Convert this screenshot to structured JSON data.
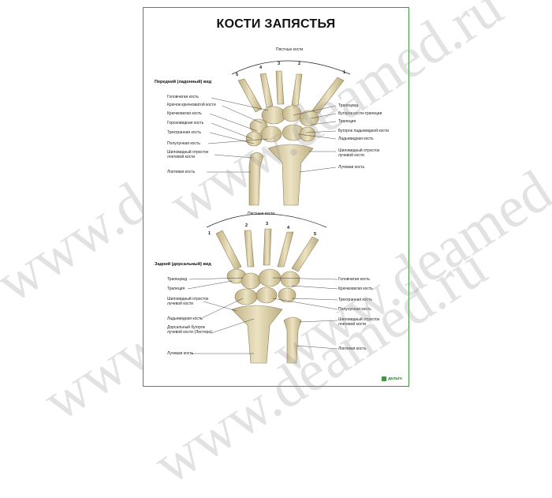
{
  "poster": {
    "title": "КОСТИ ЗАПЯСТЬЯ",
    "logo_text": "ДЕЛЬТА"
  },
  "top_view": {
    "view_label": "Передний (ладонный) вид",
    "metacarpals_caption": "Пястные кости",
    "numbers": [
      "5",
      "4",
      "3",
      "2",
      "1"
    ],
    "left_labels": [
      "Головчатая кость",
      "Крючок крючковатой кости",
      "Крючковатая кость",
      "Гороховидная кость",
      "Трехгранная кость",
      "Полулунная кость",
      "Шиловидный отросток локтевой кости",
      "Локтевая кость"
    ],
    "right_labels": [
      "Трапецоид",
      "Бугорок кости-трапеции",
      "Трапеция",
      "Бугорок ладьевидной кости",
      "Ладьевидная кость",
      "Шиловидный отросток лучевой кости",
      "Лучевая кость"
    ]
  },
  "bottom_view": {
    "view_label": "Задний (дорсальный) вид",
    "metacarpals_caption": "Пястные кости",
    "numbers": [
      "1",
      "2",
      "3",
      "4",
      "5"
    ],
    "left_labels": [
      "Трапецоид",
      "Трапеция",
      "Шиловидный отросток лучевой кости",
      "Ладьевидная кость",
      "Дорсальный бугорок лучевой кости (Листера)",
      "Лучевая кость"
    ],
    "right_labels": [
      "Головчатая кость",
      "Крючковатая кость",
      "Трехгранная кость",
      "Полулунная кость",
      "Шиловидный отросток локтевой кости",
      "Локтевая кость"
    ]
  },
  "watermark": {
    "text": "www.deamed.ru",
    "color": "#969696"
  },
  "colors": {
    "border": "#3c9a3c",
    "bone": "#e6dcb4",
    "bone_shadow": "#b8a878"
  }
}
